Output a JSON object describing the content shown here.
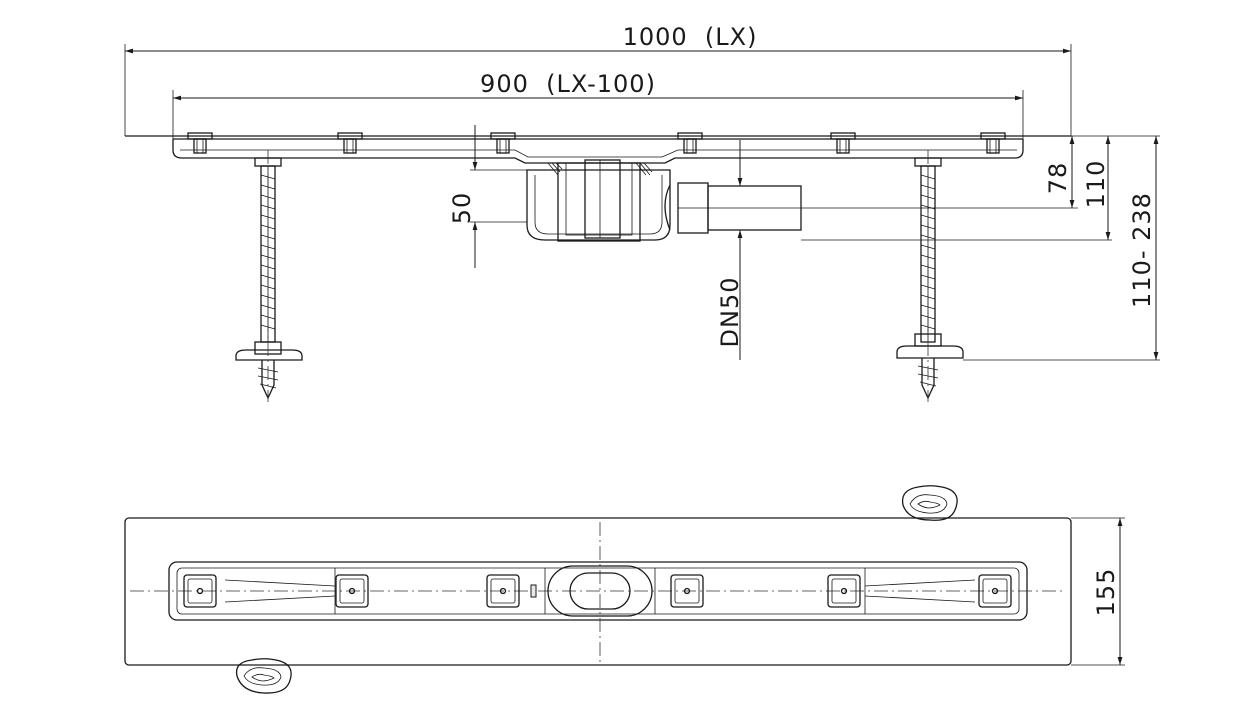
{
  "dimensions": {
    "overall_length": "1000  (LX)",
    "inner_length": "900  (LX-100)",
    "outlet_depth": "50",
    "outlet_size": "DN50",
    "height_1": "78",
    "height_2": "110",
    "height_range": "110- 238",
    "width": "155"
  }
}
